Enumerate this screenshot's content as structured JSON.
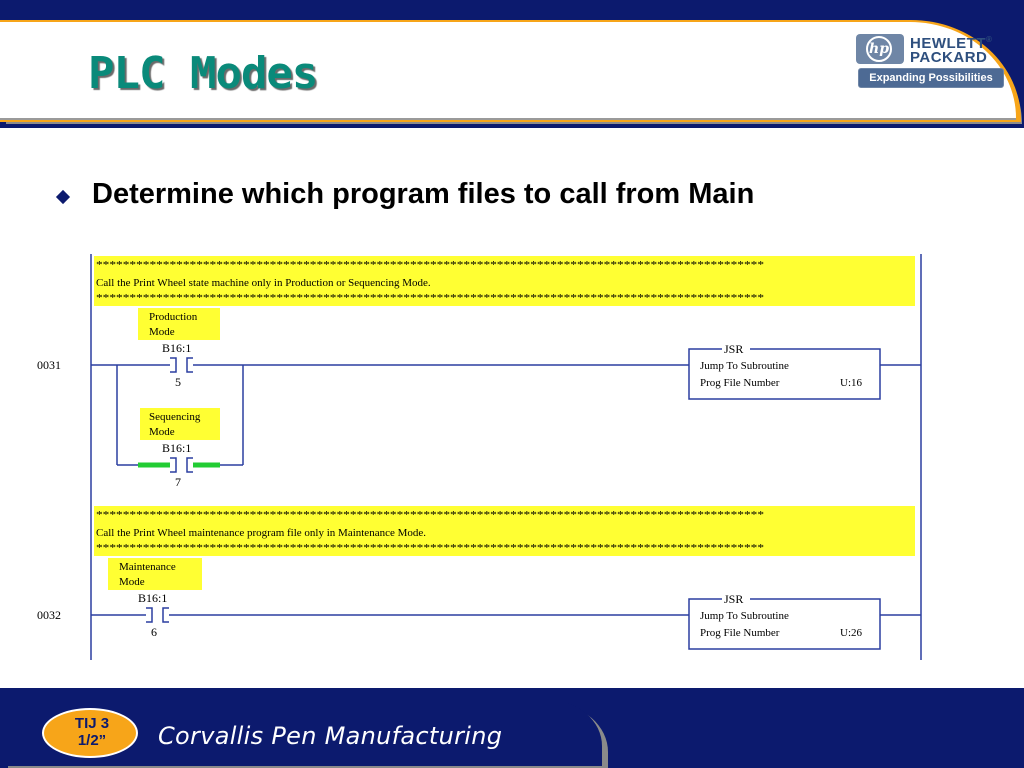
{
  "slide": {
    "title": "PLC Modes",
    "bullet": "Determine which program files to call from Main"
  },
  "logo": {
    "symbol": "hp",
    "line1": "HEWLETT",
    "line2": "PACKARD",
    "registered": "®",
    "tagline": "Expanding Possibilities"
  },
  "ladder": {
    "stars": "****************************************************************************************************",
    "rung1": {
      "number": "0031",
      "comment": "Call the Print Wheel state machine only in Production or Sequencing Mode.",
      "contact_a": {
        "desc1": "Production",
        "desc2": "Mode",
        "address": "B16:1",
        "bit": "5"
      },
      "contact_b": {
        "desc1": "Sequencing",
        "desc2": "Mode",
        "address": "B16:1",
        "bit": "7"
      },
      "jsr": {
        "header": "JSR",
        "line1": "Jump To Subroutine",
        "label": "Prog File Number",
        "value": "U:16"
      }
    },
    "rung2": {
      "number": "0032",
      "comment": "Call the Print Wheel  maintenance program file only in Maintenance Mode.",
      "contact_a": {
        "desc1": "Maintenance",
        "desc2": "Mode",
        "address": "B16:1",
        "bit": "6"
      },
      "jsr": {
        "header": "JSR",
        "line1": "Jump To Subroutine",
        "label": "Prog File Number",
        "value": "U:26"
      }
    }
  },
  "footer": {
    "badge_line1": "TIJ 3",
    "badge_line2": "1/2”",
    "company": "Corvallis Pen Manufacturing"
  },
  "colors": {
    "navy": "#0c1a6e",
    "orange": "#f7a519",
    "title_teal": "#0a8a7a",
    "highlight_yellow": "#ffff33",
    "energized_green": "#22cc33",
    "ladder_blue": "#2b3fa0"
  }
}
